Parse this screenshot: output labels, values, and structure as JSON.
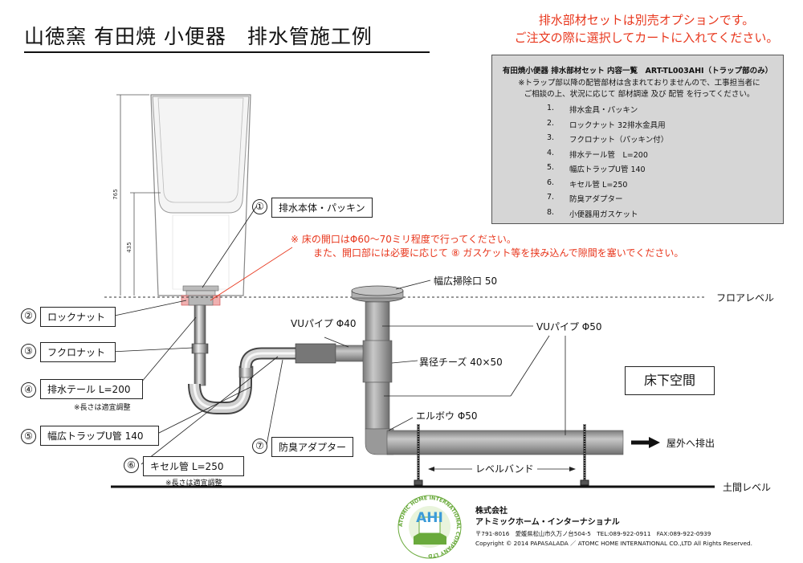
{
  "title": "山徳窯 有田焼 小便器　排水管施工例",
  "notice": [
    "排水部材セットは別売オプションです。",
    "ご注文の際に選択してカートに入れてください。"
  ],
  "set_box": {
    "title": "有田焼小便器 排水部材セット 内容一覧　ART-TL003AHI（トラップ部のみ）",
    "note": [
      "※トラップ部以降の配管部材は含まれておりませんので、工事担当者に",
      "ご相談の上、状況に応じて 部材調達 及び 配管 を行ってください。"
    ],
    "items": [
      {
        "n": "1.",
        "label": "排水金具・パッキン"
      },
      {
        "n": "2.",
        "label": "ロックナット 32排水金具用"
      },
      {
        "n": "3.",
        "label": "フクロナット（パッキン付）"
      },
      {
        "n": "4.",
        "label": "排水テール管　L=200"
      },
      {
        "n": "5.",
        "label": "幅広トラップU管 140"
      },
      {
        "n": "6.",
        "label": "キセル管 L=250"
      },
      {
        "n": "7.",
        "label": "防臭アダプター"
      },
      {
        "n": "8.",
        "label": "小便器用ガスケット"
      }
    ]
  },
  "dims": {
    "total": "765",
    "lower": "435"
  },
  "callouts": {
    "c1": {
      "num": "①",
      "label": "排水本体・パッキン"
    },
    "c2": {
      "num": "②",
      "label": "ロックナット"
    },
    "c3": {
      "num": "③",
      "label": "フクロナット"
    },
    "c4": {
      "num": "④",
      "label": "排水テール L=200",
      "note": "※長さは適宜調整"
    },
    "c5": {
      "num": "⑤",
      "label": "幅広トラップU管 140"
    },
    "c6": {
      "num": "⑥",
      "label": "キセル管 L=250",
      "note": "※長さは適宜調整"
    },
    "c7": {
      "num": "⑦",
      "label": "防臭アダプター"
    }
  },
  "red_note": [
    "※ 床の開口はΦ60〜70ミリ程度で行ってください。",
    "また、開口部には必要に応じて ⑧ ガスケット等を挟み込んで隙間を塞いでください。"
  ],
  "labels": {
    "cleanout": "幅広掃除口 50",
    "floor_level": "フロアレベル",
    "vu40": "VUパイプ Φ40",
    "vu50": "VUパイプ Φ50",
    "reducer_tee": "異径チーズ 40×50",
    "elbow": "エルボウ Φ50",
    "level_band": "レベルバンド",
    "outdoor": "屋外へ排出",
    "ground_level": "土間レベル",
    "under_floor": "床下空間"
  },
  "company": {
    "logo_text": "AHI",
    "logo_ring": "ATOMIC HOME INTERNATIONAL COMPANY LTD",
    "name1": "株式会社",
    "name2": "アトミックホーム・インターナショナル",
    "address": "〒791-8016　愛媛県松山市久万ノ台504-5　TEL:089-922-0911　FAX:089-922-0939",
    "copyright": "Copyright © 2014 PAPASALADA ／ ATOMC HOME INTERNATIONAL CO.,LTD All Rights Reserved."
  }
}
